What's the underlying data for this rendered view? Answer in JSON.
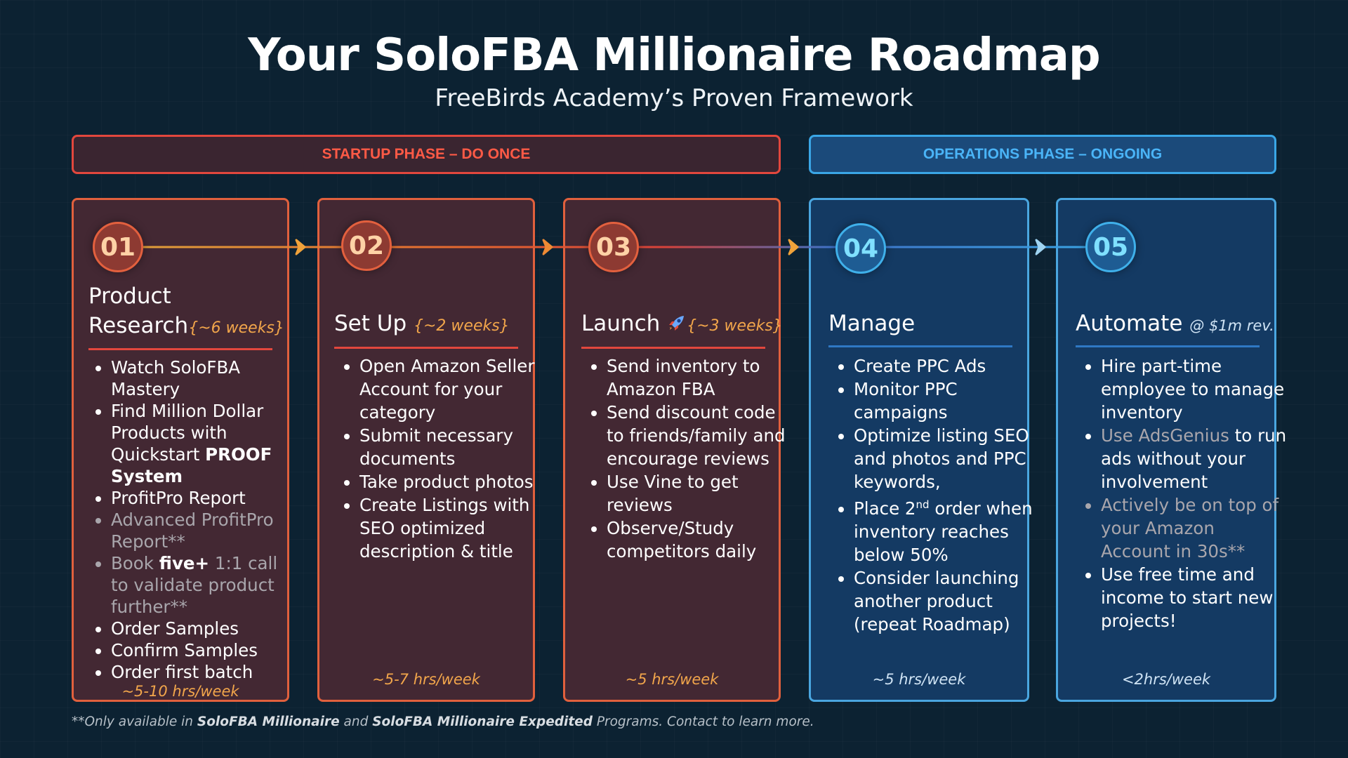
{
  "title": "Your SoloFBA Millionaire Roadmap",
  "subtitle": "FreeBirds Academy’s Proven Framework",
  "phases": {
    "startup": "STARTUP PHASE – DO ONCE",
    "operations": "OPERATIONS PHASE – ONGOING"
  },
  "colors": {
    "startup_accent": "#e2473d",
    "operations_accent": "#3aa6e6",
    "duration": "#f2a64b",
    "background": "#0c2232"
  },
  "steps": [
    {
      "number": "01",
      "title_line1": "Product",
      "title_line2": "Research",
      "duration": "{~6 weeks}",
      "items": [
        "Watch SoloFBA Mastery",
        "Find Million Dollar Products with Quickstart",
        "PROOF System",
        "ProfitPro Report",
        "Advanced ProfitPro Report**",
        "Book",
        "five+",
        "1:1 call to validate product further**",
        "Order Samples",
        "Confirm Samples",
        "Order first batch"
      ],
      "hours": "~5-10 hrs/week"
    },
    {
      "number": "02",
      "title": "Set Up",
      "duration": "{~2 weeks}",
      "items": [
        "Open Amazon Seller Account for your category",
        "Submit necessary documents",
        "Take product photos",
        "Create Listings with SEO optimized description & title"
      ],
      "hours": "~5-7 hrs/week"
    },
    {
      "number": "03",
      "title": "Launch",
      "icon": "rocket-icon",
      "duration": "{~3 weeks}",
      "items": [
        "Send inventory to Amazon FBA",
        "Send discount code to friends/family and encourage reviews",
        "Use Vine to get reviews",
        "Observe/Study competitors daily"
      ],
      "hours": "~5 hrs/week"
    },
    {
      "number": "04",
      "title": "Manage",
      "items": [
        "Create PPC Ads",
        "Monitor PPC campaigns",
        "Optimize listing SEO and photos and PPC keywords,",
        "Place 2",
        "nd",
        "order when inventory reaches below 50%",
        "Consider launching another product (repeat Roadmap)"
      ],
      "hours": "~5 hrs/week"
    },
    {
      "number": "05",
      "title": "Automate",
      "note": "@ $1m rev.",
      "items": [
        "Hire part-time employee to manage inventory",
        "Use AdsGenius",
        "to run ads without your involvement",
        "Actively be on top of your Amazon Account in 30s**",
        "Use free time and income to start new projects!"
      ],
      "hours": "<2hrs/week"
    }
  ],
  "footnote": {
    "prefix": "**Only available in ",
    "program1": "SoloFBA Millionaire",
    "and": " and ",
    "program2": "SoloFBA Millionaire Expedited",
    "suffix": " Programs. Contact to learn more."
  }
}
